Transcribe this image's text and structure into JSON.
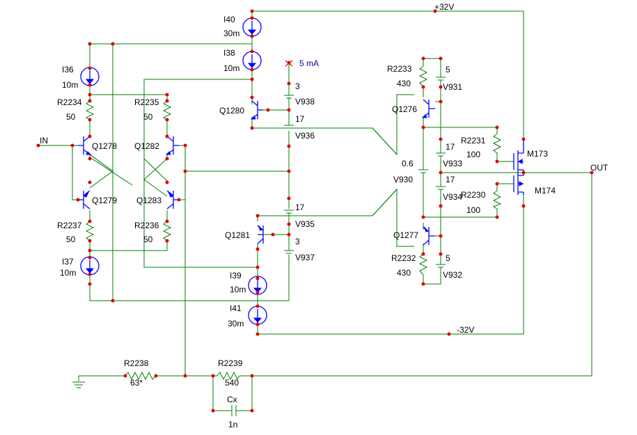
{
  "rails": {
    "pos": "+32V",
    "neg": "-32V"
  },
  "ports": {
    "in": "IN",
    "out": "OUT"
  },
  "annotation": "5 mA",
  "current_sources": [
    {
      "name": "I40",
      "value": "30m"
    },
    {
      "name": "I38",
      "value": "10m"
    },
    {
      "name": "I36",
      "value": "10m"
    },
    {
      "name": "I37",
      "value": "10m"
    },
    {
      "name": "I39",
      "value": "10m"
    },
    {
      "name": "I41",
      "value": "30m"
    }
  ],
  "resistors": [
    {
      "name": "R2234",
      "value": "50"
    },
    {
      "name": "R2235",
      "value": "50"
    },
    {
      "name": "R2237",
      "value": "50"
    },
    {
      "name": "R2236",
      "value": "50"
    },
    {
      "name": "R2233",
      "value": "430"
    },
    {
      "name": "R2232",
      "value": "430"
    },
    {
      "name": "R2231",
      "value": "100"
    },
    {
      "name": "R2230",
      "value": "100"
    },
    {
      "name": "R2238",
      "value": "63*"
    },
    {
      "name": "R2239",
      "value": "540"
    }
  ],
  "transistors": [
    "Q1278",
    "Q1279",
    "Q1282",
    "Q1283",
    "Q1280",
    "Q1281",
    "Q1276",
    "Q1277",
    "M173",
    "M174"
  ],
  "voltage_sources": [
    {
      "name": "V938",
      "value": "3"
    },
    {
      "name": "V936",
      "value": "17"
    },
    {
      "name": "V935",
      "value": "17"
    },
    {
      "name": "V937",
      "value": "3"
    },
    {
      "name": "V931",
      "value": "5"
    },
    {
      "name": "V933",
      "value": "17"
    },
    {
      "name": "V930",
      "value": "0.6"
    },
    {
      "name": "V934",
      "value": "17"
    },
    {
      "name": "V932",
      "value": "5"
    }
  ],
  "capacitors": [
    {
      "name": "Cx",
      "value": "1n"
    }
  ]
}
